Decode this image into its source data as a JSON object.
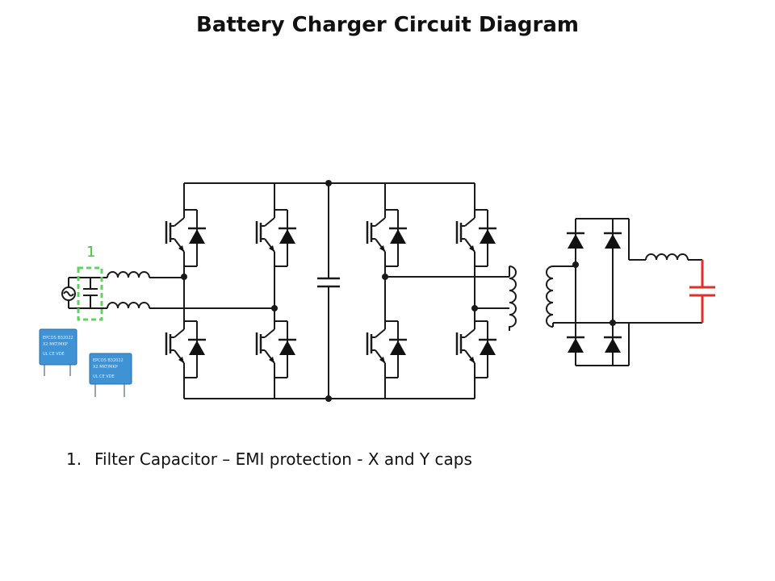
{
  "title": "Battery Charger Circuit Diagram",
  "markers": [
    {
      "label": "1"
    }
  ],
  "legend": [
    {
      "number": "1.",
      "text": "Filter Capacitor – EMI protection - X and Y caps"
    }
  ],
  "colors": {
    "highlight_marker": "#5fd35f",
    "output_capacitor": "#e0302a",
    "component_photo": "#3f92d4"
  },
  "component_photos": [
    {
      "name": "x-capacitor-photo",
      "print": "B32022 X2 MKT/MKP"
    },
    {
      "name": "y-capacitor-photo",
      "print": "B32022 X2 MKT/MKP"
    }
  ]
}
